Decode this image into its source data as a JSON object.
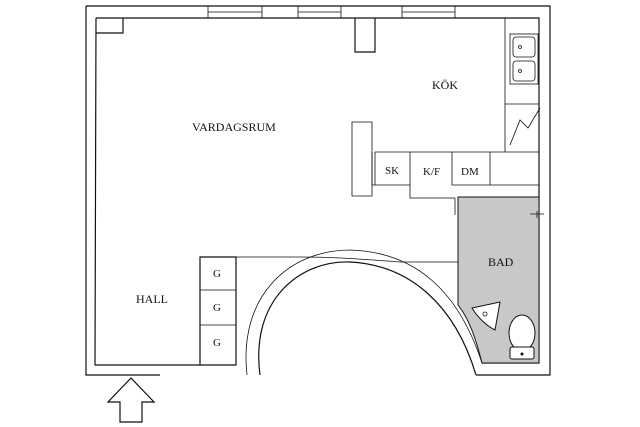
{
  "rooms": {
    "vardagsrum": "VARDAGSRUM",
    "kok": "KÖK",
    "bad": "BAD",
    "hall": "HALL"
  },
  "fixtures": {
    "sk": "SK",
    "kf": "K/F",
    "dm": "DM",
    "wardrobes": [
      "G",
      "G",
      "G"
    ]
  },
  "colors": {
    "bathroom_fill": "#c8c8c8",
    "wall": "#111111"
  },
  "icons": {
    "entrance": "up-arrow-icon",
    "sink": "double-sink-icon",
    "stove": "stove-icon",
    "toilet": "toilet-icon",
    "washbasin": "washbasin-icon"
  }
}
